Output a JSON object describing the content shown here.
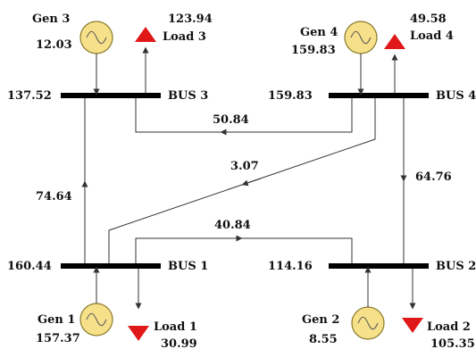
{
  "buses": [
    {
      "name": "BUS 1",
      "value": "160.44"
    },
    {
      "name": "BUS 2",
      "value": "114.16"
    },
    {
      "name": "BUS 3",
      "value": "137.52"
    },
    {
      "name": "BUS 4",
      "value": "159.83"
    }
  ],
  "generators": [
    {
      "name": "Gen 1",
      "value": "157.37"
    },
    {
      "name": "Gen 2",
      "value": "8.55"
    },
    {
      "name": "Gen 3",
      "value": "12.03"
    },
    {
      "name": "Gen 4",
      "value": "159.83"
    }
  ],
  "loads": [
    {
      "name": "Load 1",
      "value": "30.99"
    },
    {
      "name": "Load 2",
      "value": "105.35"
    },
    {
      "name": "Load 3",
      "value": "123.94"
    },
    {
      "name": "Load 4",
      "value": "49.58"
    }
  ],
  "flows": {
    "bus1_bus3": "74.64",
    "bus1_bus2": "40.84",
    "bus4_bus2": "64.76",
    "bus4_bus3": "50.84",
    "bus4_bus1": "3.07"
  },
  "colors": {
    "generator_fill": "#f7e08a",
    "load_fill": "#e01818",
    "bus_bar": "#000000"
  }
}
